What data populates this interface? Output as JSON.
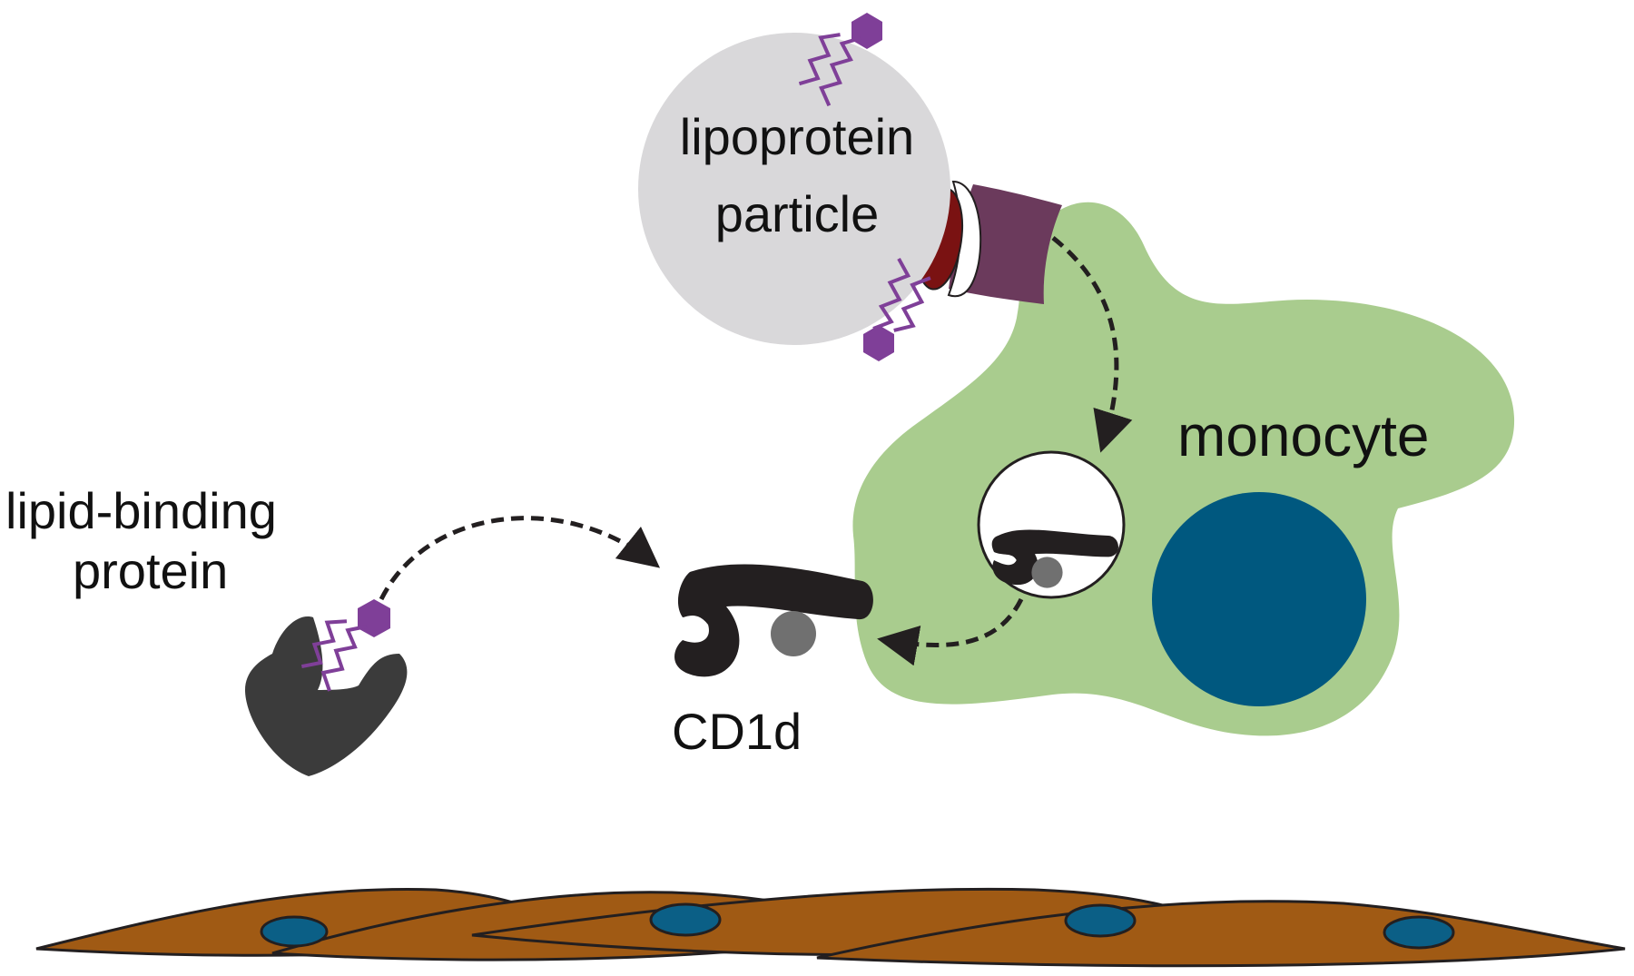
{
  "labels": {
    "lipoprotein_line1": "lipoprotein",
    "lipoprotein_line2": "particle",
    "monocyte": "monocyte",
    "lipid_binding_line1": "lipid-binding",
    "lipid_binding_line2": "protein",
    "cd1d": "CD1d"
  },
  "colors": {
    "lipoprotein_fill": "#d9d8da",
    "monocyte_fill": "#a9cc8e",
    "nucleus_fill": "#00587f",
    "lipid_purple": "#7f3f98",
    "receptor_fill": "#6b3a5c",
    "receptor_cap": "#7a1212",
    "cd1d_fill": "#231f20",
    "antigen_gray": "#707070",
    "binding_protein_fill": "#3b3b3b",
    "endothelium_fill": "#a05a14",
    "endothelium_nucleus": "#0b5f86"
  }
}
